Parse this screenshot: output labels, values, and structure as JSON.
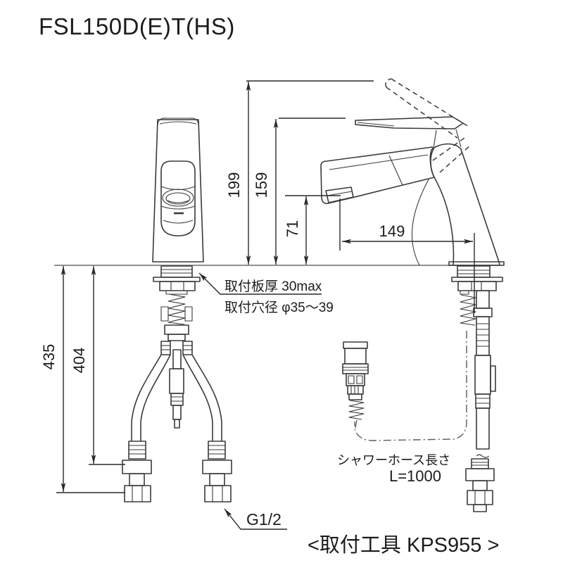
{
  "title": "FSL150D(E)T(HS)",
  "colors": {
    "line": "#3a3a3a",
    "dimension": "#2a2a2a",
    "counter_line": "#808080",
    "text": "#1c1c1c"
  },
  "dimensions": {
    "total_height": "199",
    "lever_height": "159",
    "spout_height": "71",
    "spout_reach": "149",
    "supply_hose_total": "435",
    "supply_hose_length": "404"
  },
  "labels": {
    "mount_plate_thickness": "取付板厚 30max",
    "mount_hole_diameter": "取付穴径 φ35〜39",
    "shower_hose_title": "シャワーホース長さ",
    "shower_hose_length": "L=1000",
    "thread_size": "G1/2",
    "tool_note": "<取付工具 KPS955 >"
  }
}
